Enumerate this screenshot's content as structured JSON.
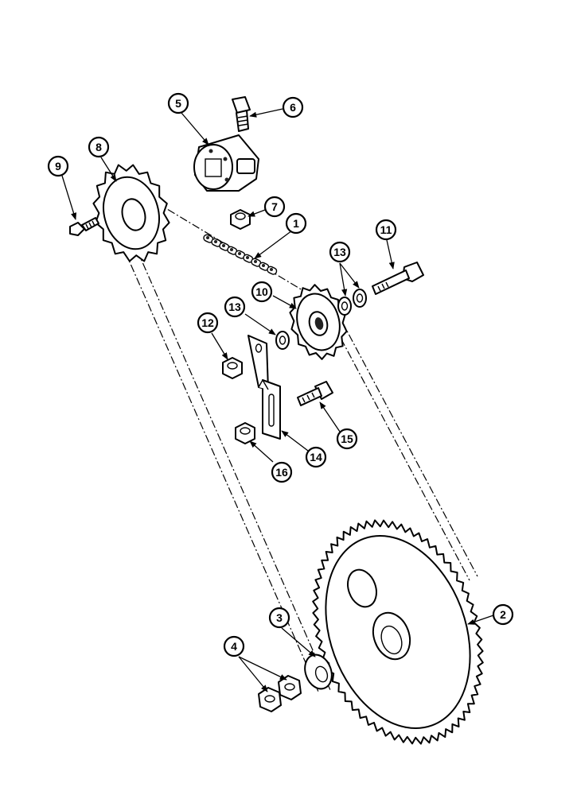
{
  "callouts": [
    {
      "id": "c1",
      "label": "1"
    },
    {
      "id": "c2",
      "label": "2"
    },
    {
      "id": "c3",
      "label": "3"
    },
    {
      "id": "c4",
      "label": "4"
    },
    {
      "id": "c5",
      "label": "5"
    },
    {
      "id": "c6",
      "label": "6"
    },
    {
      "id": "c7",
      "label": "7"
    },
    {
      "id": "c8",
      "label": "8"
    },
    {
      "id": "c9",
      "label": "9"
    },
    {
      "id": "c10",
      "label": "10"
    },
    {
      "id": "c11",
      "label": "11"
    },
    {
      "id": "c12",
      "label": "12"
    },
    {
      "id": "c13a",
      "label": "13"
    },
    {
      "id": "c13b",
      "label": "13"
    },
    {
      "id": "c14",
      "label": "14"
    },
    {
      "id": "c15",
      "label": "15"
    },
    {
      "id": "c16",
      "label": "16"
    }
  ]
}
